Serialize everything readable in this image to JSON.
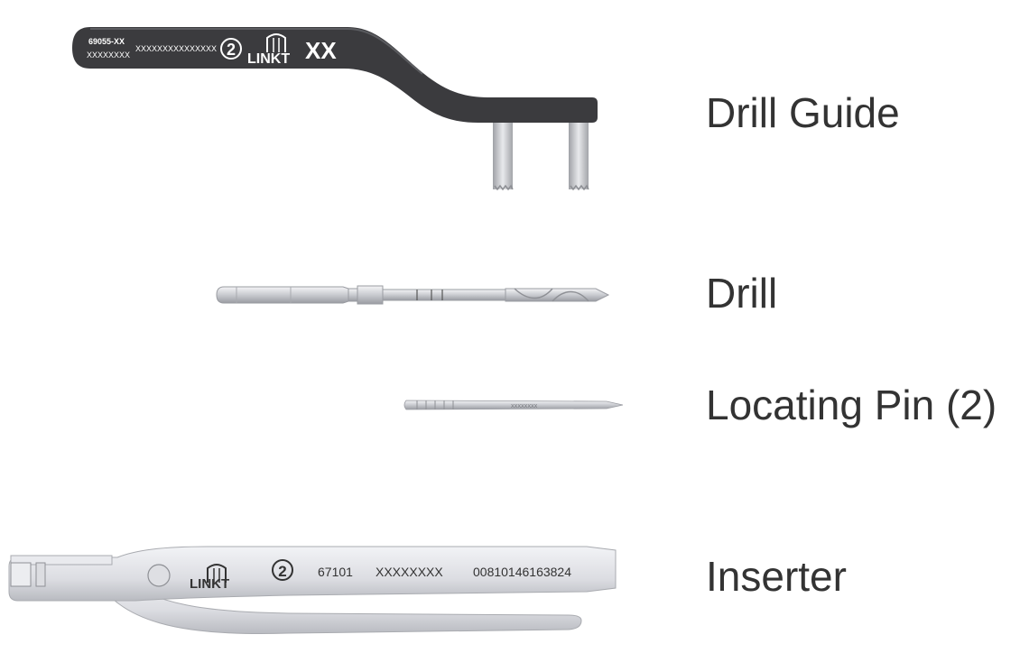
{
  "labels": {
    "drill_guide": "Drill Guide",
    "drill": "Drill",
    "locating_pin": "Locating Pin (2)",
    "inserter": "Inserter"
  },
  "drill_guide_markings": {
    "part_number": "69055-XX",
    "lot": "XXXXXXXX",
    "serial": "XXXXXXXXXXXXXXX",
    "circle_number": "2",
    "brand": "LINKT",
    "size": "XX"
  },
  "inserter_markings": {
    "brand": "LINKT",
    "circle_number": "2",
    "part_number": "67101",
    "lot": "XXXXXXXX",
    "barcode_number": "00810146163824"
  },
  "pin_markings": {
    "text": "XXXXXXXX"
  }
}
